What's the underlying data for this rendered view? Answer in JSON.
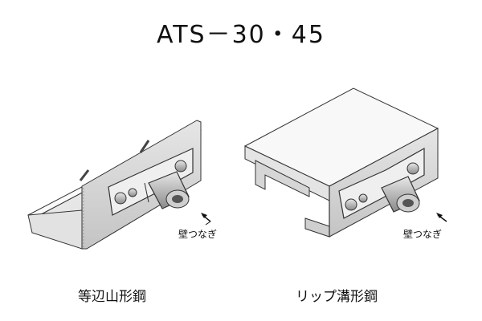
{
  "title": "ATS－30・45",
  "figures": [
    {
      "caption": "等辺山形鋼",
      "callout": "壁つなぎ",
      "arrow_icon": "arrow-icon"
    },
    {
      "caption": "リップ溝形鋼",
      "callout": "壁つなぎ",
      "arrow_icon": "arrow-icon"
    }
  ]
}
